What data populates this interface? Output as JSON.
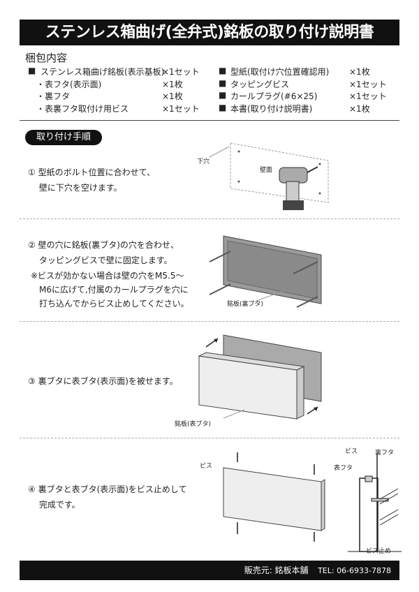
{
  "title": "ステンレス箱曲げ(全弁式)銘板の取り付け説明書",
  "contents": {
    "heading": "梱包内容",
    "left": [
      {
        "mark": "■",
        "name": "ステンレス箱曲げ銘板(表示基板)",
        "qty": "×1セット"
      },
      {
        "mark": "・",
        "name": "表フタ(表示面)",
        "qty": "×1枚"
      },
      {
        "mark": "・",
        "name": "裏フタ",
        "qty": "×1枚"
      },
      {
        "mark": "・",
        "name": "表裏フタ取付け用ビス",
        "qty": "×1セット"
      }
    ],
    "right": [
      {
        "mark": "■",
        "name": "型紙(取付け穴位置確認用)",
        "qty": "×1枚"
      },
      {
        "mark": "■",
        "name": "タッピングビス",
        "qty": "×1セット"
      },
      {
        "mark": "■",
        "name": "カールプラグ(#6×25)",
        "qty": "×1セット"
      },
      {
        "mark": "■",
        "name": "本書(取り付け説明書)",
        "qty": "×1枚"
      }
    ]
  },
  "procedure_label": "取り付け手順",
  "steps": [
    {
      "lines": [
        "① 型紙のボルト位置に合わせて、",
        "　 壁に下穴を空けます。"
      ],
      "labels": [
        "下穴",
        "壁面"
      ]
    },
    {
      "lines": [
        "② 壁の穴に銘板(裏ブタ)の穴を合わせ、",
        "　 タッピングビスで壁に固定します。"
      ],
      "note": [
        "※ビスが効かない場合は壁の穴をM5.5〜",
        "　M6に広げて,付属のカールプラグを穴に",
        "　打ち込んでからビス止めしてください。"
      ],
      "labels": [
        "銘板(裏ブタ)"
      ]
    },
    {
      "lines": [
        "③ 裏ブタに表ブタ(表示面)を被せます。"
      ],
      "labels": [
        "銘板(表ブタ)"
      ]
    },
    {
      "lines": [
        "④ 裏ブタと表ブタ(表示面)をビス止めして",
        "　 完成です。"
      ],
      "labels": [
        "ビス",
        "ビス",
        "裏フタ",
        "表フタ",
        "ビス止め"
      ]
    }
  ],
  "footer": {
    "seller": "販売元: 銘板本舗",
    "tel": "TEL: 06-6933-7878"
  }
}
